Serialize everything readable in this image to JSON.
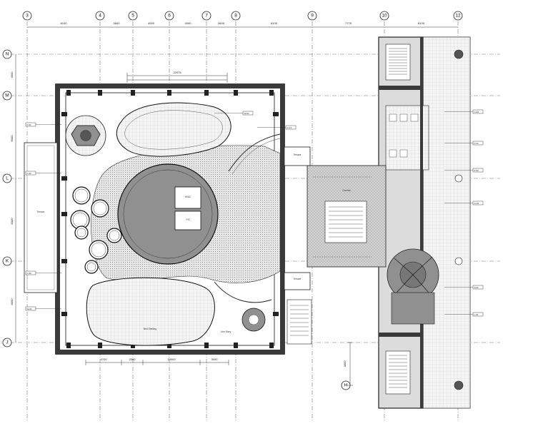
{
  "grid_columns": [
    {
      "label": "3",
      "dim_after": "8100"
    },
    {
      "label": "4",
      "dim_after": "3600"
    },
    {
      "label": "5",
      "dim_after": "4000"
    },
    {
      "label": "6",
      "dim_after": "4000"
    },
    {
      "label": "7",
      "dim_after": "3600"
    },
    {
      "label": "8",
      "dim_after": "8100"
    },
    {
      "label": "9",
      "dim_after": "7775"
    },
    {
      "label": "10",
      "dim_after": "8100"
    },
    {
      "label": "12",
      "dim_after": ""
    }
  ],
  "grid_rows": [
    {
      "label": "N",
      "dim_after": "4500"
    },
    {
      "label": "M",
      "dim_after": "8000"
    },
    {
      "label": "L",
      "dim_after": "8000"
    },
    {
      "label": "K",
      "dim_after": "8000"
    },
    {
      "label": "J",
      "dim_after": ""
    }
  ],
  "extra_bubbles": [
    {
      "label": "H"
    }
  ],
  "rooms": {
    "terrace_left": "Terrace",
    "terrace_right_top": "Terrace",
    "terrace_right_bottom": "Terrace",
    "hvac": "HVAC",
    "fs": "F/S",
    "bed_shelling": "Bed Shelling",
    "line_story": "Line Story",
    "corridor": "Corridor"
  },
  "dimensions": {
    "top_overall": "22075",
    "bottom_a": "4700",
    "bottom_b": "2000",
    "bottom_c": "10000",
    "bottom_d": "3000",
    "right_vertical": "4800",
    "left_1": "4500",
    "left_2": "8000",
    "left_3": "8000",
    "left_4": "8000"
  },
  "annotation_tags": [
    "F-01",
    "F-02",
    "F-03",
    "W-01",
    "W-02",
    "C-01",
    "C-02",
    "P-01",
    "P-02",
    "G-01",
    "S-01",
    "L-01"
  ]
}
